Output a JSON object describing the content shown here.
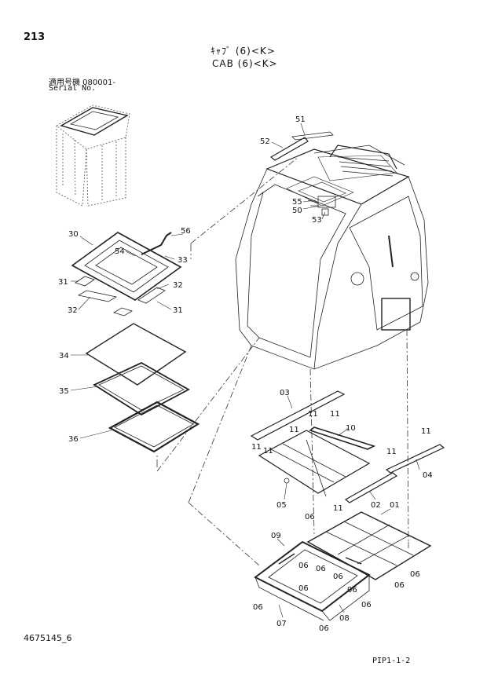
{
  "header": {
    "page_number": "213",
    "title_jp": "ｷｬﾌﾞ (6)<K>",
    "title_en": "CAB (6)<K>",
    "serial_label_jp": "適用号機 080001-",
    "serial_label_en": "Serial No."
  },
  "footer": {
    "document_number": "4675145_6",
    "figure_ref": "PIP1-1-2"
  },
  "callouts": {
    "c51": "51",
    "c52": "52",
    "c55": "55",
    "c50": "50",
    "c53": "53",
    "c30": "30",
    "c56": "56",
    "c54": "54",
    "c33": "33",
    "c31a": "31",
    "c32a": "32",
    "c32b": "32",
    "c31b": "31",
    "c34": "34",
    "c35": "35",
    "c36": "36",
    "c03": "03",
    "c11a": "11",
    "c11b": "11",
    "c11c": "11",
    "c10": "10",
    "c11d": "11",
    "c11e": "11",
    "c11f": "11",
    "c11g": "11",
    "c04": "04",
    "c05": "05",
    "c02": "02",
    "c01": "01",
    "c11h": "11",
    "c06a": "06",
    "c09": "09",
    "c06b": "06",
    "c06c": "06",
    "c06d": "06",
    "c06e": "06",
    "c06f": "06",
    "c06g": "06",
    "c06h": "06",
    "c06i": "06",
    "c06j": "06",
    "c07": "07",
    "c08": "08",
    "c06k": "06"
  }
}
